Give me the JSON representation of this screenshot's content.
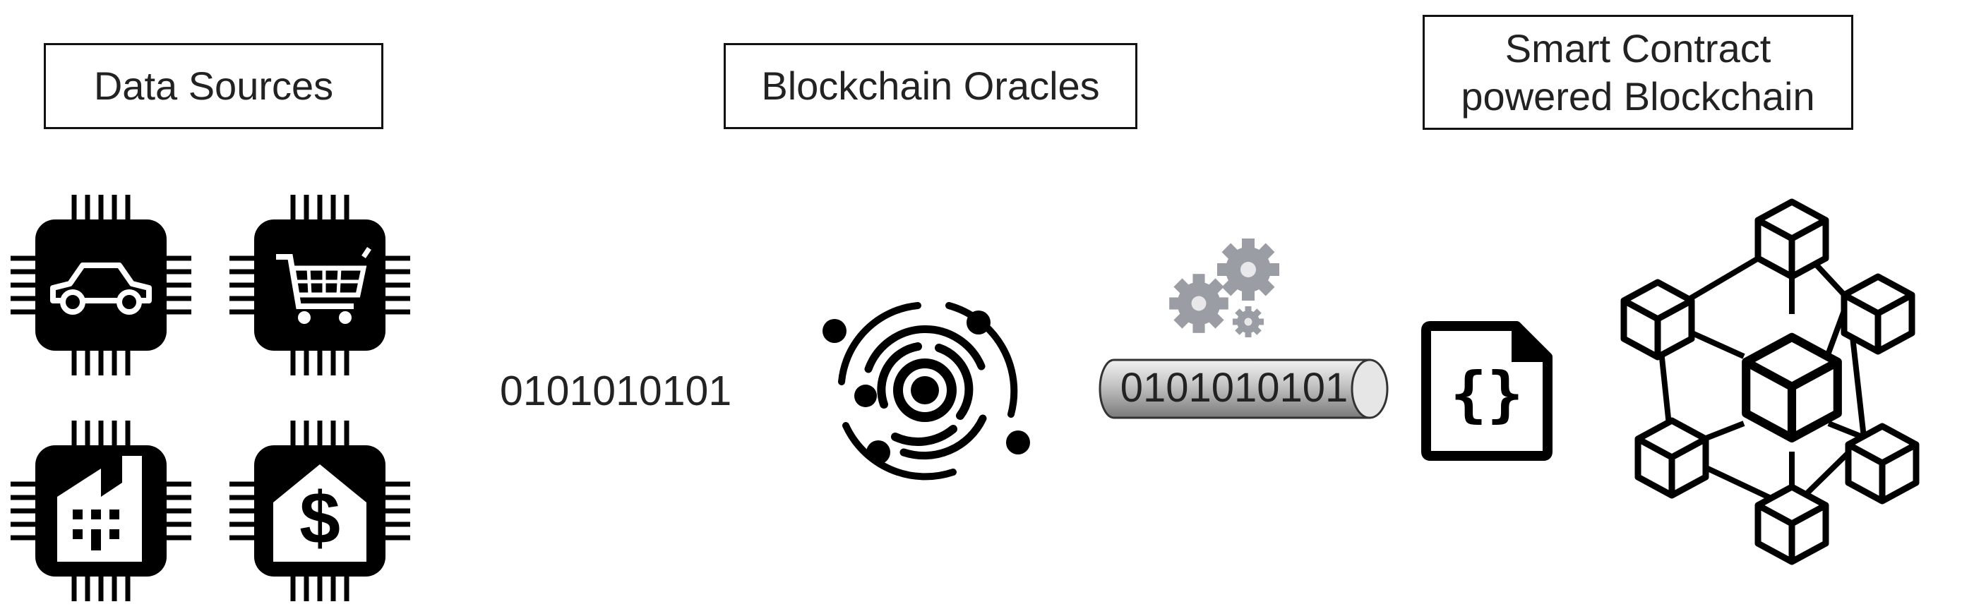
{
  "labels": {
    "data_sources": "Data Sources",
    "blockchain_oracles": "Blockchain Oracles",
    "smart_contract": "Smart Contract\npowered Blockchain"
  },
  "binary": {
    "incoming": "0101010101",
    "pipe": "0101010101"
  },
  "icons": {
    "data_sources": [
      "car-chip-icon",
      "shopping-cart-chip-icon",
      "factory-chip-icon",
      "bank-chip-icon"
    ],
    "oracle": "oracle-target-icon",
    "processing": "gears-icon",
    "transport": "pipe-icon",
    "contract": "smart-contract-file-icon",
    "network": "blockchain-network-icon"
  },
  "colors": {
    "ink": "#000000",
    "gear_gray": "#9a9da3",
    "pipe_gray": "#b3b3b3"
  }
}
